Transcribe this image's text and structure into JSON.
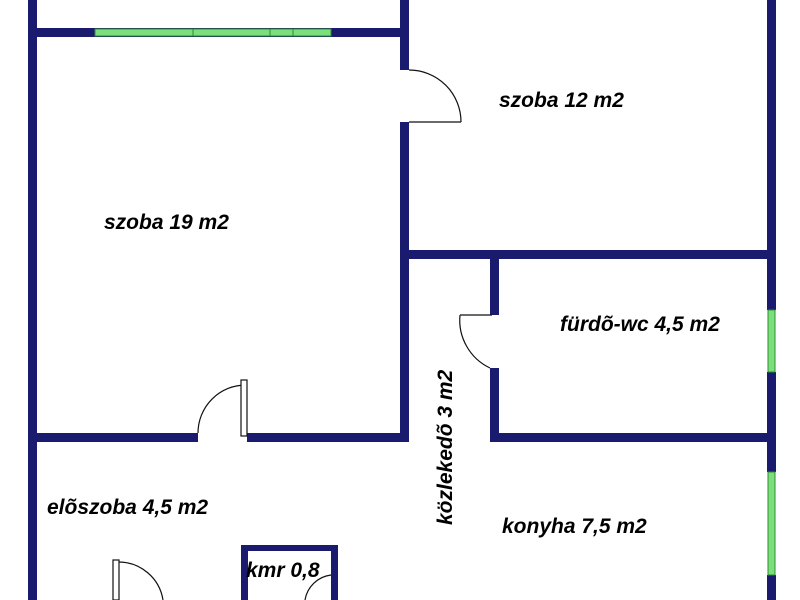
{
  "rooms": [
    {
      "id": "room-19",
      "label": "szoba 19 m2"
    },
    {
      "id": "room-12",
      "label": "szoba 12 m2"
    },
    {
      "id": "bathroom",
      "label": "fürdõ-wc 4,5 m2"
    },
    {
      "id": "corridor",
      "label": "közlekedõ 3 m2"
    },
    {
      "id": "hall",
      "label": "elõszoba 4,5 m2"
    },
    {
      "id": "kitchen",
      "label": "konyha 7,5 m2"
    },
    {
      "id": "pantry",
      "label": "kmr 0,8"
    }
  ],
  "colors": {
    "wall": "#1a1a6e",
    "window": "#7be07b",
    "background": "#ffffff"
  }
}
